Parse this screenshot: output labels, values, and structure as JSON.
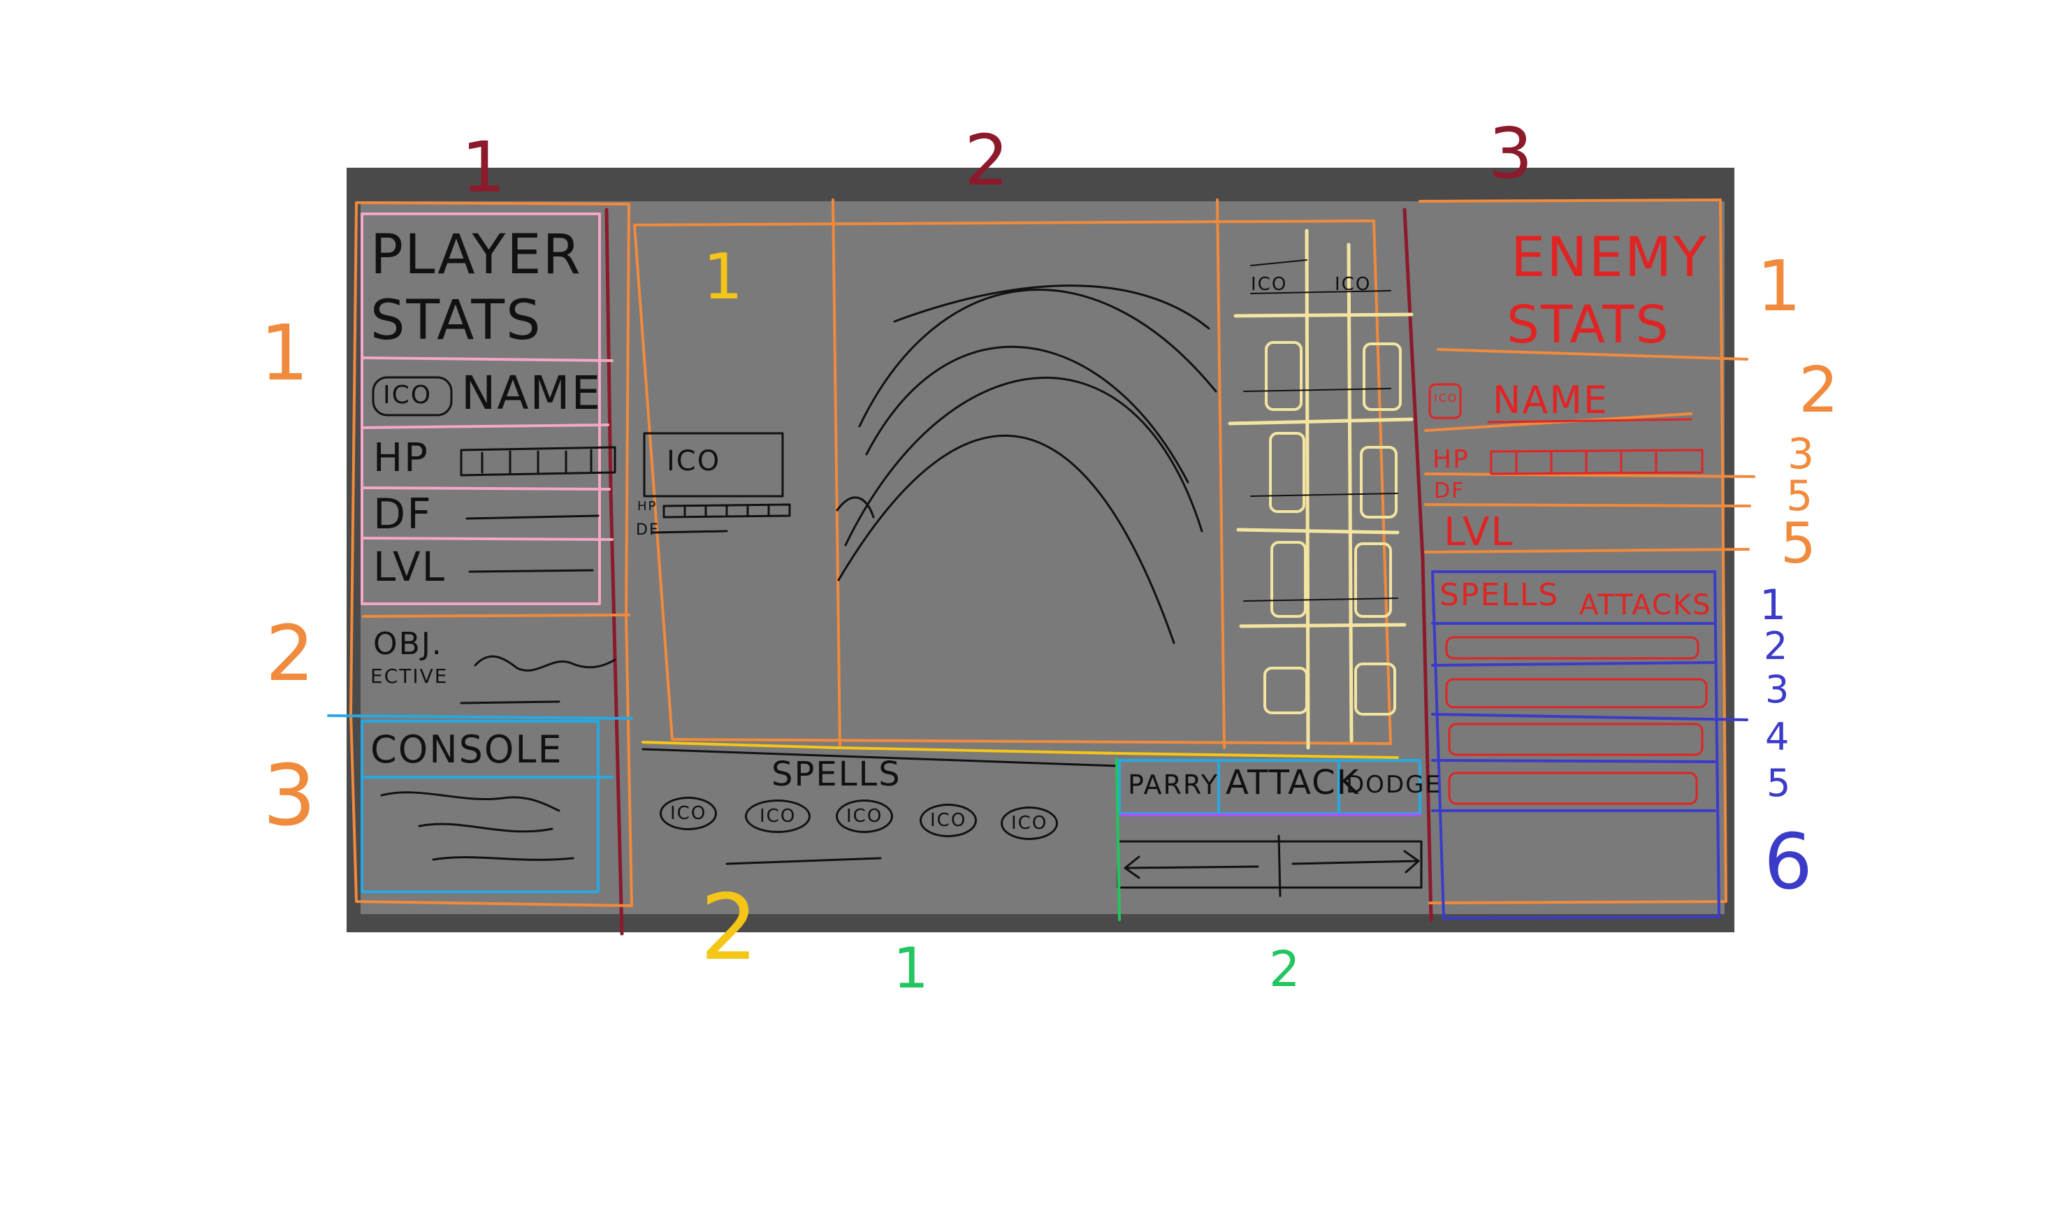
{
  "colors": {
    "frame_outer": "#4a4a4a",
    "frame_inner": "#7a7a7a",
    "maroon": "#8b1a2b",
    "orange": "#f08a3c",
    "pink": "#f4a7c6",
    "blue_cyan": "#29a8e0",
    "yellow": "#f5c518",
    "pale_yellow": "#f3e5a0",
    "red": "#e02424",
    "indigo": "#3b3bc9",
    "green": "#22c55e",
    "purple": "#a855f7",
    "ink": "#111111"
  },
  "column_numbers": {
    "col1": "1",
    "col2": "2",
    "col3": "3"
  },
  "left_row_numbers": {
    "r1": "1",
    "r2": "2",
    "r3": "3"
  },
  "right_row_numbers": {
    "r1": "1",
    "r2": "2",
    "r3": "3",
    "r4": "5",
    "r5": "5"
  },
  "right_list_numbers": {
    "n1": "1",
    "n2": "2",
    "n3": "3",
    "n4": "4",
    "n5": "5",
    "n6": "6"
  },
  "bottom_numbers": {
    "yellow_1": "1",
    "yellow_2": "2",
    "green_1": "1",
    "green_2": "2"
  },
  "player": {
    "title_line1": "PLAYER",
    "title_line2": "STATS",
    "icon_label": "ICO",
    "name_label": "NAME",
    "hp_label": "HP",
    "df_label": "DF",
    "lvl_label": "LVL",
    "objective_label_line1": "OBJ.",
    "objective_label_line2": "ECTIVE",
    "console_label": "CONSOLE"
  },
  "battlefield": {
    "unit_icon_label": "ICO",
    "unit_hp_label": "HP",
    "unit_df_label": "DF",
    "inv_icon_1": "ICO",
    "inv_icon_2": "ICO"
  },
  "spells_bar": {
    "title": "SPELLS",
    "icons": [
      "ICO",
      "ICO",
      "ICO",
      "ICO",
      "ICO"
    ]
  },
  "actions": {
    "parry": "PARRY",
    "attack": "ATTACK",
    "dodge": "DODGE"
  },
  "enemy": {
    "title_line1": "ENEMY",
    "title_line2": "STATS",
    "icon_label": "ICO",
    "name_label": "NAME",
    "hp_label": "HP",
    "df_label": "DF",
    "lvl_label": "LVL",
    "tab_spells": "SPELLS",
    "tab_attacks": "ATTACKS"
  }
}
